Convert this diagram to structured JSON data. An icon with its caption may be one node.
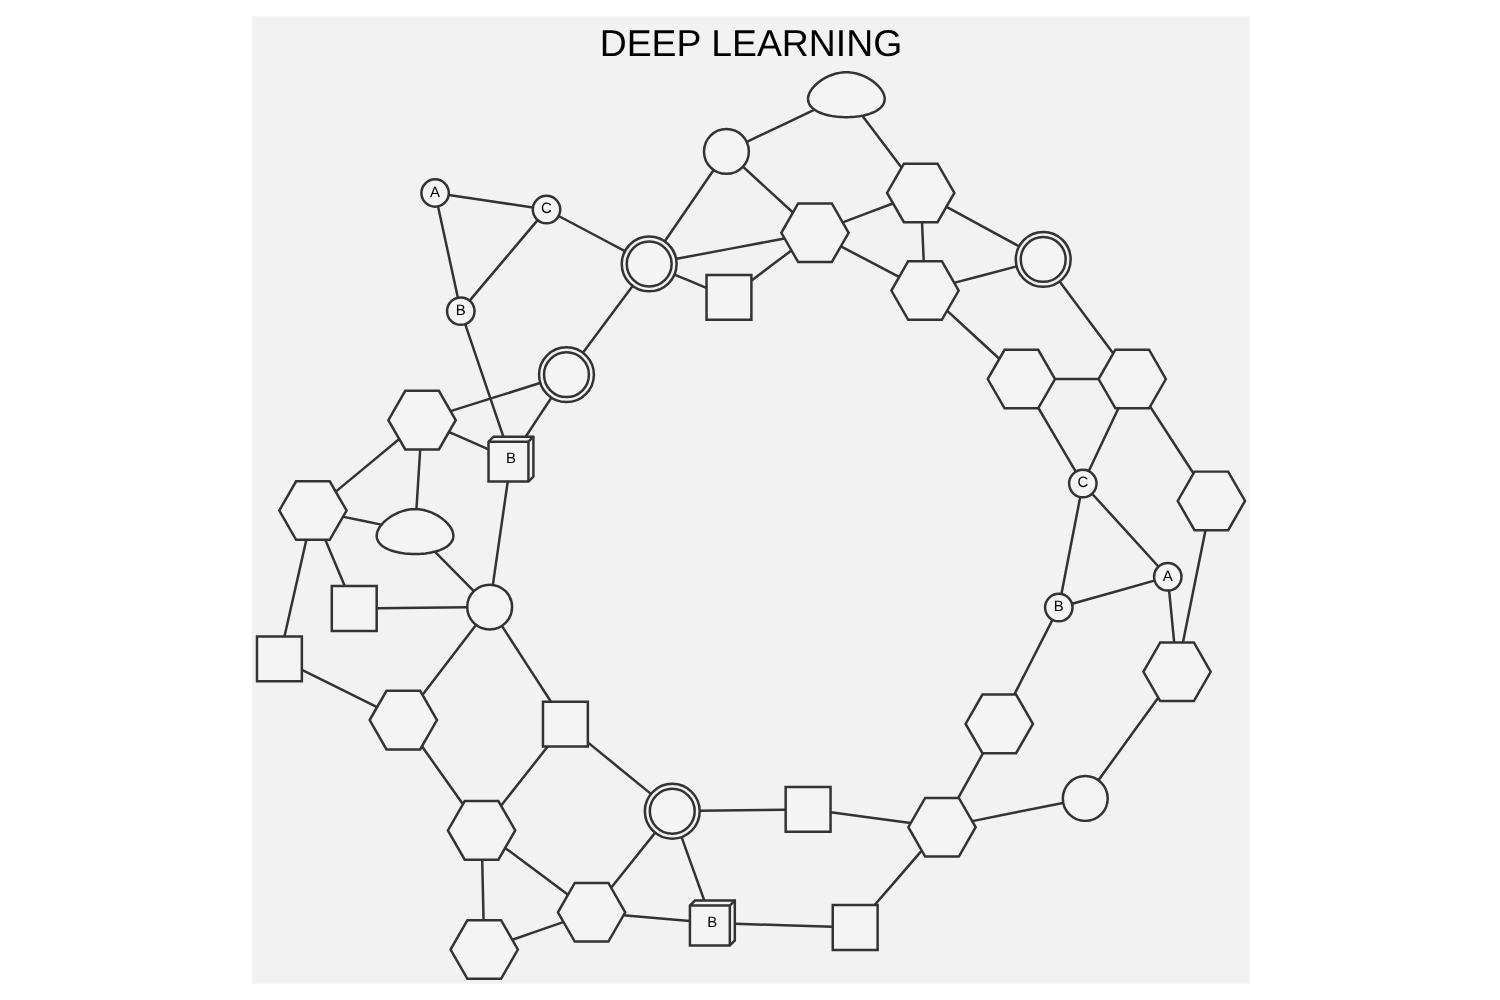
{
  "diagram": {
    "title": "DEEP LEARNING",
    "nodes": [
      {
        "text": [],
        "shape": "hexagon"
      },
      {
        "text": [],
        "shape": "hexagon"
      },
      {
        "text": [],
        "shape": "picture"
      },
      {
        "text": [],
        "shape": "box"
      },
      {
        "text": [],
        "shape": "hexagon"
      },
      {
        "text": [],
        "shape": "circle"
      },
      {
        "text": [],
        "shape": "hexagon"
      },
      {
        "text": [],
        "shape": "hexagon"
      },
      {
        "text": [
          "B"
        ]
      },
      {
        "text": [],
        "shape": "box"
      },
      {
        "text": [],
        "shape": "box"
      },
      {
        "text": [],
        "shape": "hexagon"
      },
      {
        "text": [
          "B"
        ]
      },
      {
        "text": [
          "A"
        ]
      },
      {
        "text": [
          "C"
        ]
      },
      {
        "text": [],
        "shape": "hexagon"
      },
      {
        "text": [],
        "shape": "circle"
      },
      {
        "text": [],
        "shape": "hexagon"
      },
      {
        "text": [],
        "shape": "hexagon"
      },
      {
        "text": [],
        "shape": "hexagon"
      },
      {
        "text": [],
        "shape": "box"
      },
      {
        "text": [],
        "shape": "box"
      },
      {
        "text": [
          "B"
        ]
      },
      {
        "text": [
          "A"
        ]
      },
      {
        "text": [
          "C"
        ]
      },
      {
        "text": [],
        "shape": "box"
      },
      {
        "text": [],
        "shape": "picture"
      },
      {
        "text": [],
        "shape": "hexagon"
      },
      {
        "text": [
          "B"
        ]
      },
      {
        "text": [],
        "shape": "hexagon"
      },
      {
        "text": [],
        "shape": "hexagon"
      },
      {
        "text": [],
        "shape": "picture"
      },
      {
        "text": [],
        "shape": "cloud"
      },
      {
        "text": [],
        "shape": "hexagon"
      },
      {
        "text": [],
        "shape": "picture"
      },
      {
        "text": [],
        "shape": "circle"
      },
      {
        "text": [],
        "shape": "cloud"
      },
      {
        "text": [],
        "shape": "hexagon"
      }
    ],
    "edges": [
      {
        "from": 0,
        "to": 1,
        "arrow": "none"
      },
      {
        "from": 0,
        "to": 7,
        "arrow": "none"
      },
      {
        "from": 1,
        "to": 7,
        "arrow": "none"
      },
      {
        "from": 1,
        "to": 2,
        "arrow": "none"
      },
      {
        "from": 1,
        "to": 8,
        "arrow": "none"
      },
      {
        "from": 2,
        "to": 3,
        "arrow": "none"
      },
      {
        "from": 2,
        "to": 8,
        "arrow": "none"
      },
      {
        "from": 2,
        "to": 10,
        "arrow": "none"
      },
      {
        "from": 7,
        "to": 10,
        "arrow": "none"
      },
      {
        "from": 7,
        "to": 17,
        "arrow": "none"
      },
      {
        "from": 8,
        "to": 9,
        "arrow": "none"
      },
      {
        "from": 3,
        "to": 4,
        "arrow": "none"
      },
      {
        "from": 9,
        "to": 4,
        "arrow": "none"
      },
      {
        "from": 4,
        "to": 5,
        "arrow": "none"
      },
      {
        "from": 4,
        "to": 11,
        "arrow": "none"
      },
      {
        "from": 5,
        "to": 6,
        "arrow": "none"
      },
      {
        "from": 6,
        "to": 13,
        "arrow": "none"
      },
      {
        "from": 6,
        "to": 15,
        "arrow": "none"
      },
      {
        "from": 11,
        "to": 12,
        "arrow": "none"
      },
      {
        "from": 12,
        "to": 13,
        "arrow": "none"
      },
      {
        "from": 12,
        "to": 14,
        "arrow": "none"
      },
      {
        "from": 13,
        "to": 14,
        "arrow": "none"
      },
      {
        "from": 14,
        "to": 18,
        "arrow": "none"
      },
      {
        "from": 14,
        "to": 19,
        "arrow": "none"
      },
      {
        "from": 15,
        "to": 18,
        "arrow": "none"
      },
      {
        "from": 18,
        "to": 19,
        "arrow": "none"
      },
      {
        "from": 18,
        "to": 26,
        "arrow": "none"
      },
      {
        "from": 19,
        "to": 29,
        "arrow": "none"
      },
      {
        "from": 29,
        "to": 26,
        "arrow": "none"
      },
      {
        "from": 29,
        "to": 30,
        "arrow": "none"
      },
      {
        "from": 29,
        "to": 37,
        "arrow": "none"
      },
      {
        "from": 26,
        "to": 37,
        "arrow": "none"
      },
      {
        "from": 30,
        "to": 25,
        "arrow": "none"
      },
      {
        "from": 30,
        "to": 31,
        "arrow": "none"
      },
      {
        "from": 30,
        "to": 35,
        "arrow": "none"
      },
      {
        "from": 30,
        "to": 37,
        "arrow": "none"
      },
      {
        "from": 25,
        "to": 31,
        "arrow": "none"
      },
      {
        "from": 24,
        "to": 31,
        "arrow": "none"
      },
      {
        "from": 31,
        "to": 34,
        "arrow": "none"
      },
      {
        "from": 31,
        "to": 35,
        "arrow": "none"
      },
      {
        "from": 35,
        "to": 36,
        "arrow": "none"
      },
      {
        "from": 36,
        "to": 37,
        "arrow": "none"
      },
      {
        "from": 16,
        "to": 17,
        "arrow": "none"
      },
      {
        "from": 16,
        "to": 10,
        "arrow": "none"
      },
      {
        "from": 16,
        "to": 21,
        "arrow": "none"
      },
      {
        "from": 16,
        "to": 28,
        "arrow": "none"
      },
      {
        "from": 16,
        "to": 32,
        "arrow": "none"
      },
      {
        "from": 17,
        "to": 20,
        "arrow": "none"
      },
      {
        "from": 20,
        "to": 27,
        "arrow": "none"
      },
      {
        "from": 21,
        "to": 27,
        "arrow": "none"
      },
      {
        "from": 27,
        "to": 32,
        "arrow": "none"
      },
      {
        "from": 27,
        "to": 33,
        "arrow": "none"
      },
      {
        "from": 32,
        "to": 33,
        "arrow": "none"
      },
      {
        "from": 28,
        "to": 22,
        "arrow": "none"
      },
      {
        "from": 28,
        "to": 33,
        "arrow": "none"
      },
      {
        "from": 28,
        "to": 34,
        "arrow": "none"
      },
      {
        "from": 33,
        "to": 34,
        "arrow": "none"
      },
      {
        "from": 22,
        "to": 23,
        "arrow": "none"
      },
      {
        "from": 22,
        "to": 24,
        "arrow": "none"
      },
      {
        "from": 23,
        "to": 24,
        "arrow": "none"
      }
    ]
  }
}
